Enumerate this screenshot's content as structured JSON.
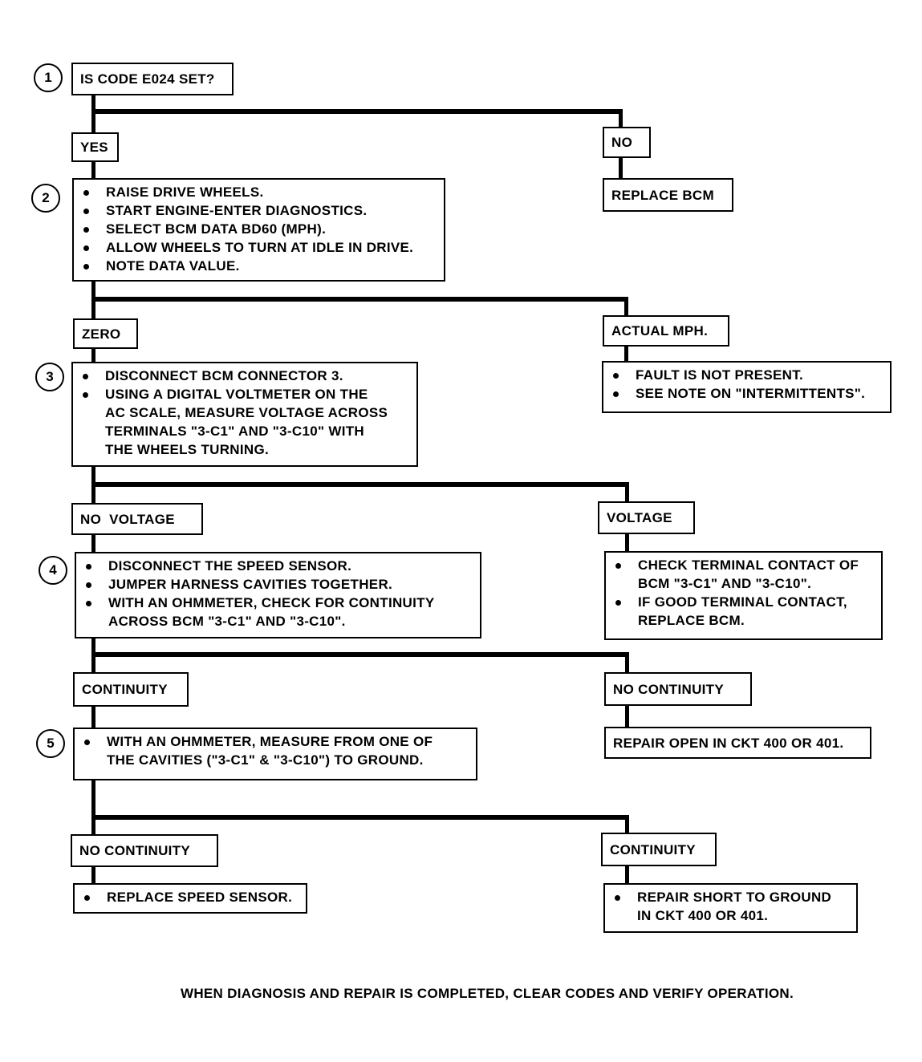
{
  "steps": [
    "1",
    "2",
    "3",
    "4",
    "5"
  ],
  "q1": {
    "text": "IS CODE E024 SET?"
  },
  "labels": {
    "yes": "YES",
    "no": "NO",
    "zero": "ZERO",
    "actual_mph": "ACTUAL MPH.",
    "no_voltage": "NO  VOLTAGE",
    "voltage": "VOLTAGE",
    "continuity_4": "CONTINUITY",
    "no_continuity_4": "NO CONTINUITY",
    "no_continuity_5": "NO CONTINUITY",
    "continuity_5": "CONTINUITY"
  },
  "results": {
    "replace_bcm": "REPLACE BCM",
    "repair_open": "REPAIR OPEN IN CKT 400 OR 401."
  },
  "step2_items": [
    "RAISE DRIVE WHEELS.",
    "START ENGINE-ENTER DIAGNOSTICS.",
    "SELECT BCM DATA BD60 (MPH).",
    "ALLOW WHEELS TO TURN AT IDLE IN DRIVE.",
    "NOTE DATA VALUE."
  ],
  "actual_mph_items": [
    "FAULT IS NOT PRESENT.",
    "SEE NOTE ON \"INTERMITTENTS\"."
  ],
  "step3_items": [
    "DISCONNECT BCM CONNECTOR 3.",
    [
      "USING A DIGITAL VOLTMETER ON THE",
      "AC SCALE, MEASURE VOLTAGE ACROSS",
      "TERMINALS \"3-C1\" AND \"3-C10\" WITH",
      "THE WHEELS TURNING."
    ]
  ],
  "step4_items": [
    "DISCONNECT THE SPEED SENSOR.",
    "JUMPER HARNESS CAVITIES TOGETHER.",
    [
      "WITH AN OHMMETER, CHECK FOR CONTINUITY",
      "ACROSS BCM \"3-C1\" AND \"3-C10\"."
    ]
  ],
  "voltage_items": [
    [
      "CHECK TERMINAL CONTACT OF",
      "BCM \"3-C1\" AND \"3-C10\"."
    ],
    [
      "IF GOOD TERMINAL CONTACT,",
      "REPLACE BCM."
    ]
  ],
  "step5_items": [
    [
      "WITH AN OHMMETER, MEASURE FROM ONE OF",
      "THE CAVITIES (\"3-C1\" & \"3-C10\") TO GROUND."
    ]
  ],
  "replace_sensor_items": [
    "REPLACE SPEED SENSOR."
  ],
  "repair_short_items": [
    [
      "REPAIR SHORT TO GROUND",
      "IN CKT 400 OR 401."
    ]
  ],
  "footer": "WHEN DIAGNOSIS AND REPAIR IS COMPLETED, CLEAR CODES AND VERIFY OPERATION."
}
